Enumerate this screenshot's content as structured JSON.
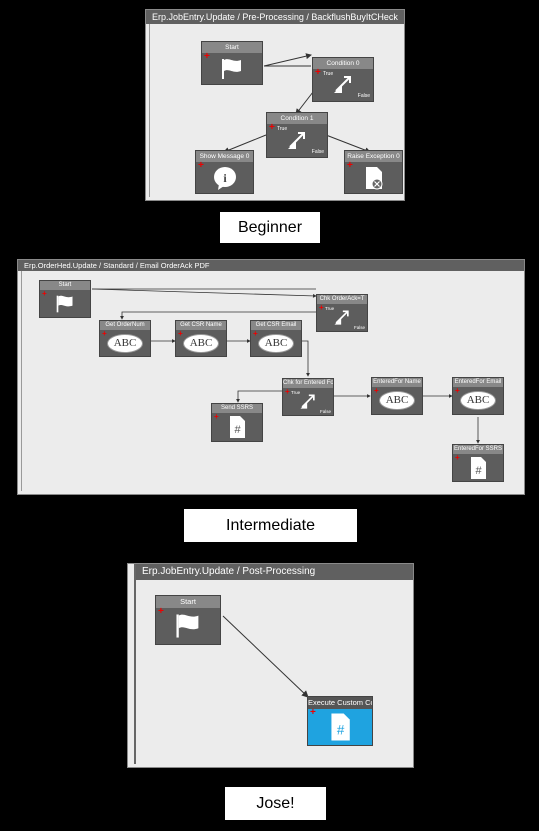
{
  "beginner": {
    "title": "Erp.JobEntry.Update / Pre-Processing / BackflushBuyItCHeck",
    "caption": "Beginner",
    "nodes": {
      "start": "Start",
      "condition0": "Condition 0",
      "condition1": "Condition 1",
      "show_message": "Show Message 0",
      "raise_exception": "Raise Exception 0"
    },
    "branch_true": "True",
    "branch_false": "False"
  },
  "intermediate": {
    "title": "Erp.OrderHed.Update / Standard / Email OrderAck PDF",
    "caption": "Intermediate",
    "nodes": {
      "start": "Start",
      "chk_orderack": "Chk OrderAck=T",
      "get_ordernum": "Get OrderNum",
      "get_csr_name": "Get CSR Name",
      "get_csr_email": "Get CSR Email",
      "chk_entered": "Chk for Entered Fo",
      "send_ssrs": "Send SSRS",
      "entered_name": "EnteredFor Name",
      "entered_email": "EnteredFor Email",
      "entered_ssrs": "EnteredFor SSRS"
    },
    "abc": "ABC",
    "branch_true": "True",
    "branch_false": "False"
  },
  "jose": {
    "title": "Erp.JobEntry.Update / Post-Processing",
    "caption": "Jose!",
    "nodes": {
      "start": "Start",
      "execute": "Execute Custom Co"
    }
  },
  "colors": {
    "background": "#000000",
    "panel": "#ececec",
    "node": "#5d5d5d",
    "accent_blue": "#1fa3e0",
    "plus": "#e00000"
  },
  "icons": [
    "flag-icon",
    "condition-arrows-icon",
    "info-bubble-icon",
    "exception-document-icon",
    "abc-text-icon",
    "document-hash-icon"
  ]
}
